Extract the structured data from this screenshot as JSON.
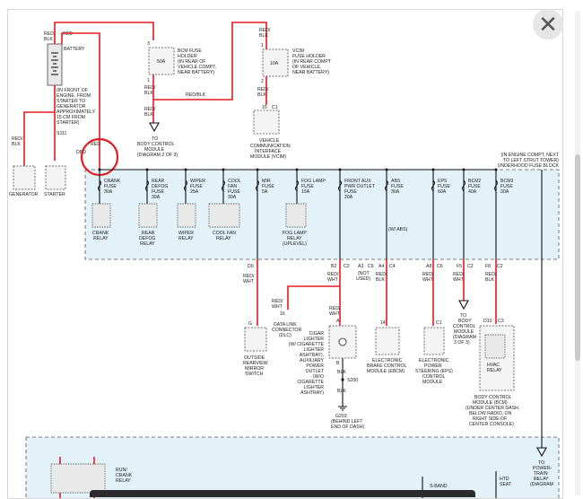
{
  "viewer": {
    "close_label": "✕",
    "close_icon": "close-icon"
  },
  "colors": {
    "wire_power": "#e31b23",
    "wire_ground": "#111111",
    "fuse_block_fill": "#e3f1f8",
    "highlight": "#e31b23"
  },
  "battery": {
    "wire_top": "RED/\nBLK",
    "wire_b": "RED",
    "label": "BATTERY",
    "note": [
      "(IN FRONT OF",
      "ENGINE, FROM",
      "STARTER TO",
      "GENERATOR",
      "APPROXIMATELY",
      "15 CM FROM",
      "STARTER)"
    ],
    "splice": "S111"
  },
  "left_components": {
    "generator": "GENERATOR",
    "starter": "STARTER",
    "gen_wire": [
      "RED/",
      "BLK"
    ],
    "starter_wire": "RED",
    "highlight_wires": [
      "RED",
      "DBD"
    ]
  },
  "bcm_fuse_holder": {
    "pin_top": "3",
    "pin_bottom": "1",
    "rating": "50A",
    "label": [
      "BCM FUSE",
      "HOLDER",
      "(IN REAR OF",
      "VEHICLE COMPT,",
      "NEAR BATTERY)"
    ],
    "wire_1": [
      "RED/",
      "BLK"
    ],
    "wire_2": "RED/BLK",
    "wire_3": [
      "RED/",
      "BLK"
    ],
    "dest": [
      "TO",
      "BODY CONTROL",
      "MODULE",
      "(DIAGRAM 2 OF 3)"
    ]
  },
  "vcim_fuse_holder": {
    "pin_top": "1",
    "pin_bottom": "2",
    "rating": "10A",
    "label": [
      "VCIM",
      "FUSE HOLDER",
      "(IN REAR COMPT",
      "OF VEHICLE,",
      "NEAR BATTERY)"
    ],
    "wire_top": [
      "RED/",
      "BLK"
    ],
    "wire_bottom": [
      "RED/",
      "BLK"
    ],
    "pins": [
      "15",
      "C1"
    ],
    "dest": [
      "VEHICLE",
      "COMMUNICATION",
      "INTERFACE",
      "MODULE (VCIM)"
    ]
  },
  "fuse_block": {
    "label": [
      "(IN ENGINE COMPT, NEXT",
      "TO LEFT STRUT TOWER)",
      "UNDERHOOD FUSE BLOCK"
    ],
    "fuses": [
      {
        "name": [
          "CRANK",
          "FUSE",
          "30A"
        ]
      },
      {
        "name": [
          "REAR",
          "DEFOG",
          "FUSE",
          "30A"
        ]
      },
      {
        "name": [
          "WIPER",
          "FUSE",
          "25A"
        ]
      },
      {
        "name": [
          "COOL",
          "FAN",
          "FUSE",
          "30A"
        ]
      },
      {
        "name": [
          "MIR",
          "FUSE",
          "5A"
        ]
      },
      {
        "name": [
          "FOG LAMP",
          "FUSE",
          "15A"
        ]
      },
      {
        "name": [
          "FRONT AUX",
          "PWR OUTLET",
          "FUSE",
          "20A"
        ]
      },
      {
        "name": [
          "ABS",
          "FUSE",
          "30A"
        ],
        "note": "(W/ ABS)"
      },
      {
        "name": [
          "EPS",
          "FUSE",
          "60A"
        ]
      },
      {
        "name": [
          "BCM2",
          "FUSE",
          "40A"
        ]
      },
      {
        "name": [
          "BCM3",
          "FUSE",
          "30A"
        ]
      }
    ],
    "relays": [
      {
        "name": [
          "CRANK",
          "RELAY"
        ]
      },
      {
        "name": [
          "REAR",
          "DEFOG",
          "RELAY"
        ]
      },
      {
        "name": [
          "WIPER",
          "RELAY"
        ]
      },
      {
        "name": [
          "COOL FAN",
          "RELAY"
        ]
      },
      {
        "name": [
          "FOG LAMP",
          "RELAY",
          "(UPLEVEL)"
        ]
      }
    ],
    "connector_pins": [
      "D0",
      "B2",
      "C2",
      "A3",
      "C6",
      "A4",
      "C4",
      "A8",
      "C6",
      "F5",
      "C2",
      "F8",
      "C2"
    ],
    "not_used": [
      "(NOT",
      "USED)"
    ]
  },
  "outputs": {
    "mirror": {
      "wire": [
        "RED/",
        "WHT"
      ],
      "pin": "G",
      "label": [
        "OUTSIDE",
        "REARVIEW",
        "MIRROR",
        "SWITCH"
      ]
    },
    "dlc": {
      "wire": [
        "RED/",
        "WHT"
      ],
      "pin": "16",
      "label": [
        "DATA LINK",
        "CONNECTOR",
        "(DLC)"
      ]
    },
    "outlet": {
      "wire": [
        "RED/",
        "WHT"
      ],
      "pin": "A",
      "pin2": "B",
      "label": [
        "CIGAR",
        "LIGHTER",
        "(W/ CIGARETTE",
        "LIGHTER",
        "ASHTRAY),",
        "AUXILIARY",
        "POWER",
        "OUTLET",
        "(W/O",
        "CIGARETTE",
        "LIGHTER",
        "ASHTRAY)"
      ],
      "ground_wire": "BLK",
      "splice": "S200",
      "ground": "G203",
      "ground_note": [
        "(BEHIND LEFT",
        "END OF DASH)"
      ]
    },
    "ebcm": {
      "wire": [
        "RED/",
        "BLK"
      ],
      "pin": "14",
      "label": [
        "ELECTRONIC",
        "BRAKE CONTROL",
        "MODULE (EBCM)"
      ]
    },
    "eps": {
      "wire": [
        "RED/",
        "WHT"
      ],
      "pin": "C1",
      "label": [
        "ELECTRONIC",
        "POWER",
        "STEERING (EPS)",
        "CONTROL",
        "MODULE"
      ]
    },
    "bcm_to": {
      "wire": [
        "RED/",
        "WHT"
      ],
      "label": [
        "TO",
        "BODY",
        "CONTROL",
        "MODULE",
        "(DIAGRAM",
        "3 OF 3)"
      ]
    },
    "bcm": {
      "wire": [
        "RED/",
        "BLK"
      ],
      "pins": [
        "D10",
        "C3"
      ],
      "relay": [
        "HVAC",
        "RELAY"
      ],
      "label": [
        "BODY CONTROL",
        "MODULE (BCM)",
        "(UNDER CENTER DASH,",
        "BELOW RADIO, ON",
        "RIGHT SIDE OF",
        "CENTER CONSOLE)"
      ]
    },
    "ptrelay": {
      "label": [
        "TO",
        "POWER-",
        "TRAIN",
        "RELAY",
        "(DIAGRAM"
      ]
    }
  },
  "lower_block": {
    "run_crank": [
      "RUN/",
      "CRANK",
      "RELAY"
    ],
    "sband": "S-BAND",
    "htd": [
      "HTD",
      "SEAT"
    ]
  }
}
